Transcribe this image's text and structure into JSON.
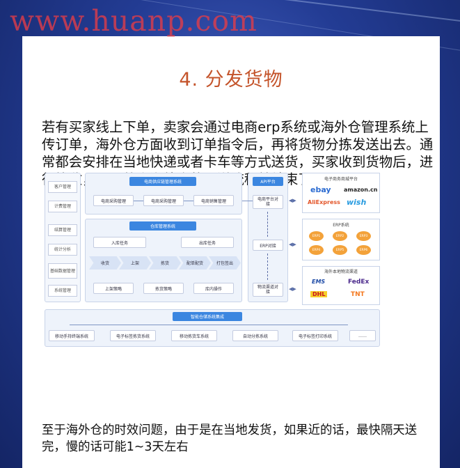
{
  "watermark": "www.huanp.com",
  "title": "4. 分发货物",
  "paragraph1": "若有买家线上下单，卖家会通过电商erp系统或海外仓管理系统上传订单，海外仓方面收到订单指令后，再将货物分拣发送出去。通常都会安排在当地快递或者卡车等方式送货，买家收到货物后，进行签收，那么整个海外仓的配送流程就结束了。",
  "paragraph2": "至于海外仓的时效问题，由于是在当地发货，如果近的话，最快隔天送完，慢的话可能1~3天左右",
  "diagram": {
    "side_items": [
      "客户管理",
      "计费管理",
      "结算管理",
      "统计分析",
      "基础数据管理",
      "系统管理"
    ],
    "ecommerce_header": "电商供应链管理系统",
    "ecommerce_steps": [
      "电商采购管理",
      "电商采购管理",
      "电商销售管理"
    ],
    "warehouse_header": "仓库管理系统",
    "inbound": "入库任务",
    "outbound": "出库任务",
    "flow": [
      "收货",
      "上架",
      "拣货",
      "配单配货",
      "打包签出"
    ],
    "strategies": [
      "上架策略",
      "拣货策略",
      "库内操作"
    ],
    "api_header": "API平台",
    "api_items": [
      "电商平台对接",
      "ERP对接",
      "物流渠道对接"
    ],
    "platform_box_title": "电子商务商城平台",
    "platform_logos": [
      "ebay",
      "amazon.cn",
      "AliExpress",
      "wish"
    ],
    "erp_box_title": "ERP系统",
    "erp_items": [
      "ERP1",
      "ERP2",
      "ERP3",
      "ERP4",
      "ERP5",
      "ERP6"
    ],
    "logistics_box_title": "海外本地物流渠道",
    "logistics_logos": [
      "EMS",
      "FedEx",
      "DHL",
      "TNT"
    ],
    "support_header": "智能仓储系统集成",
    "support_items": [
      "移动手持终端系统",
      "电子标签拣货系统",
      "移动拣货车系统",
      "自动分拣系统",
      "电子标签打印系统",
      "……"
    ]
  }
}
